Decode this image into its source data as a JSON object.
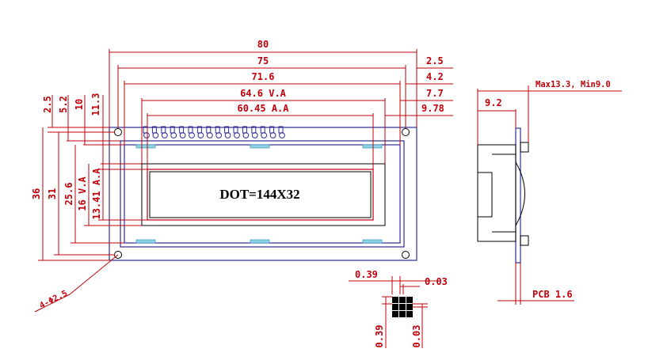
{
  "drawing": {
    "lcd_label": "DOT=144X32",
    "dimensions": {
      "top": [
        "80",
        "75",
        "71.6",
        "64.6 V.A",
        "60.45 A.A"
      ],
      "right_top": [
        "2.5",
        "4.2",
        "7.7",
        "9.78"
      ],
      "left_top": [
        "2.5",
        "5.2",
        "10",
        "11.3"
      ],
      "left_vertical": [
        "36",
        "31",
        "25.6",
        "16 V.A",
        "13.41 A.A"
      ],
      "hole": "4-Φ2.5",
      "side": {
        "max_min": "Max13.3, Min9.0",
        "depth": "9.2",
        "pcb": "PCB 1.6"
      },
      "dot": {
        "width": "0.39",
        "gap": "0.03",
        "height": "0.39",
        "vgap": "0.03"
      }
    }
  }
}
